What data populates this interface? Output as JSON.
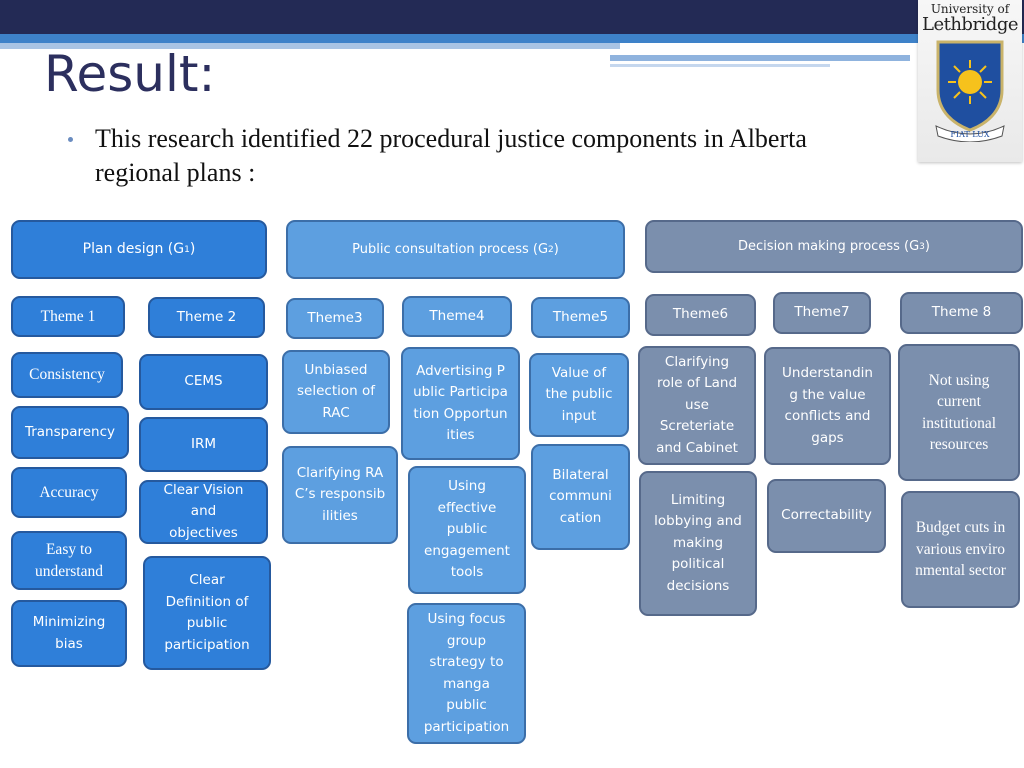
{
  "slide": {
    "title": "Result:",
    "bullet": "This research identified  22 procedural justice components  in Alberta regional plans :"
  },
  "logo": {
    "line1": "University of",
    "line2": "Lethbridge",
    "motto": "FIAT LUX"
  },
  "colors": {
    "header_dark": "#232a55",
    "header_blue": "#3e82c9",
    "group1": "#2f7fd9",
    "group2": "#5d9fe0",
    "group3": "#7b8fad"
  },
  "groups": [
    {
      "label": "Plan design (G",
      "sub": "1",
      "close": ")"
    },
    {
      "label": "Public consultation process (G",
      "sub": "2",
      "close": ")"
    },
    {
      "label": "Decision making process (G",
      "sub": "3",
      "close": ")"
    }
  ],
  "themes": [
    "Theme 1",
    "Theme 2",
    "Theme3",
    "Theme4",
    "Theme5",
    "Theme6",
    "Theme7",
    "Theme 8"
  ],
  "components": {
    "theme1": [
      "Consistency",
      "Transparency",
      "Accuracy",
      "Easy to understand",
      "Minimizing bias"
    ],
    "theme2": [
      "CEMS",
      "IRM",
      "Clear Vision and objectives",
      "Clear Definition of public participation"
    ],
    "theme3": [
      "Unbiased selection of RAC",
      "Clarifying RAC’s responsibilities"
    ],
    "theme4": [
      "Advertising Public Participation Opportunities",
      "Using effective public engagement tools",
      "Using focus group strategy to manga public participation"
    ],
    "theme5": [
      "Value of the public input",
      "Bilateral communication"
    ],
    "theme6": [
      "Clarifying role of Land use Screteriate and Cabinet",
      "Limiting lobbying and making political decisions"
    ],
    "theme7": [
      "Understanding the value conflicts and gaps",
      "Correctability"
    ],
    "theme8": [
      "Not  using current institutional resources",
      "Budget cuts in various environmental sector"
    ]
  }
}
